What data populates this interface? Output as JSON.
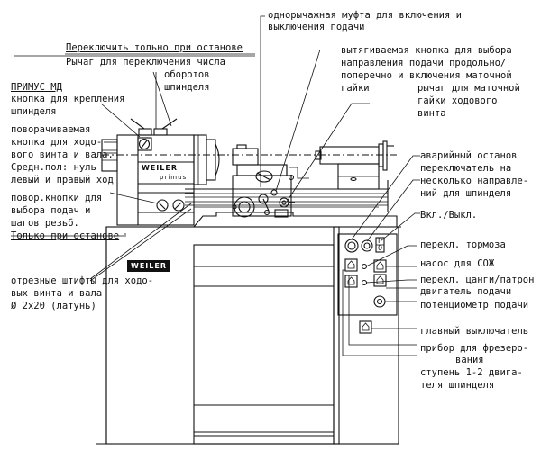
{
  "diagram": {
    "subject": "WEILER primus lathe — controls overview",
    "brand": {
      "logo_bed": "WEILER",
      "logo_headstock": "WEILER",
      "model": "primus"
    },
    "labels": {
      "clutch": [
        "однорычажная муфта для включения и",
        "выключения подачи"
      ],
      "switch_only_when_stopped": "Переключить тольно при останове",
      "speed_lever": [
        "Рычаг для переключения числа",
        "оборотов",
        "шпинделя"
      ],
      "primus_md": "ПРИМУС МД",
      "spindle_lock": [
        "кнопка для крепления",
        "шпинделя"
      ],
      "rotary_knob": [
        "поворачиваемая",
        "кнопка для ходо-",
        "вого винта и вала.",
        "Средн.пол: нуль",
        "левый и правый ход"
      ],
      "feed_knobs": [
        "повор.кнопки для",
        "выбора подач и",
        "шагов резьб."
      ],
      "only_when_stopped": "Только при останове",
      "pull_knob": [
        "вытягиваемая кнопка для выбора",
        "направления подачи продольно/",
        "поперечно и включения маточной",
        "гайки"
      ],
      "half_nut_lever": [
        "рычаг для маточной",
        "гайки ходового",
        "винта"
      ],
      "emergency_stop": "аварийный останов",
      "direction_switch": [
        "переключатель на",
        "несколько направле-",
        "ний для шпинделя"
      ],
      "on_off": "Вкл./Выкл.",
      "brake_switch": "перекл. тормоза",
      "coolant_pump": "насос для СОЖ",
      "collet_chuck_switch": "перекл. цанги/патрон",
      "feed_motor": "двигатель подачи",
      "feed_potentiometer": "потенциометр подачи",
      "main_switch": "главный выключатель",
      "milling_device": [
        "прибор для фрезеро-",
        "вания"
      ],
      "spindle_motor_stage": [
        "ступень 1-2 двига-",
        "теля шпинделя"
      ],
      "shear_pins": [
        "отрезные штифты для ходо-",
        "вых винта и вала",
        "Ø 2x20 (латунь)"
      ]
    },
    "panel_symbols": {
      "on": "I",
      "off": "0"
    },
    "colors": {
      "ink": "#111111",
      "paper": "#ffffff"
    }
  }
}
